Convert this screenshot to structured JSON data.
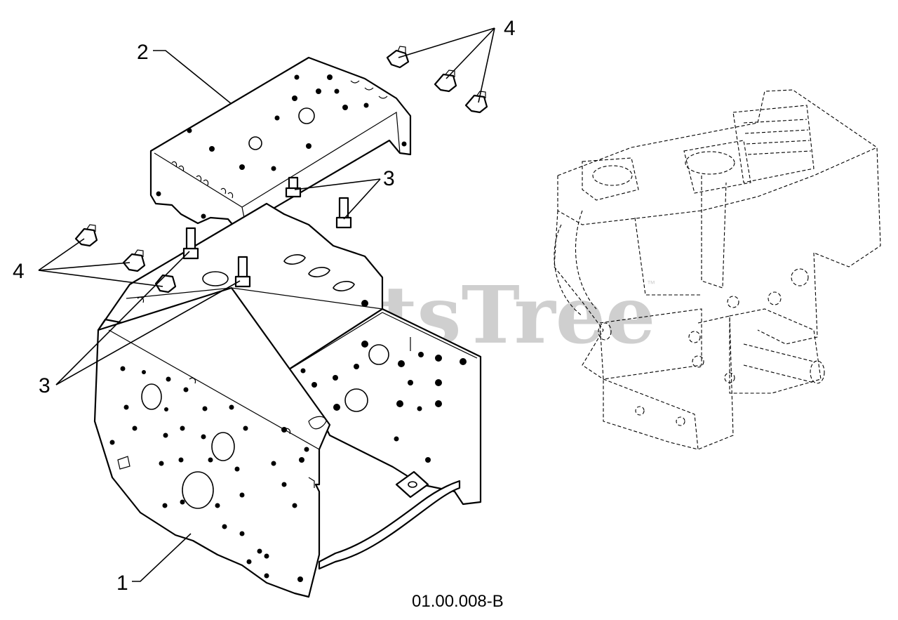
{
  "diagram": {
    "callouts": {
      "c1": "1",
      "c2": "2",
      "c3_top": "3",
      "c3_left": "3",
      "c4_top": "4",
      "c4_left": "4"
    },
    "drawing_code": "01.00.008-B",
    "watermark": "PartsTree",
    "watermark_mark": "™"
  }
}
